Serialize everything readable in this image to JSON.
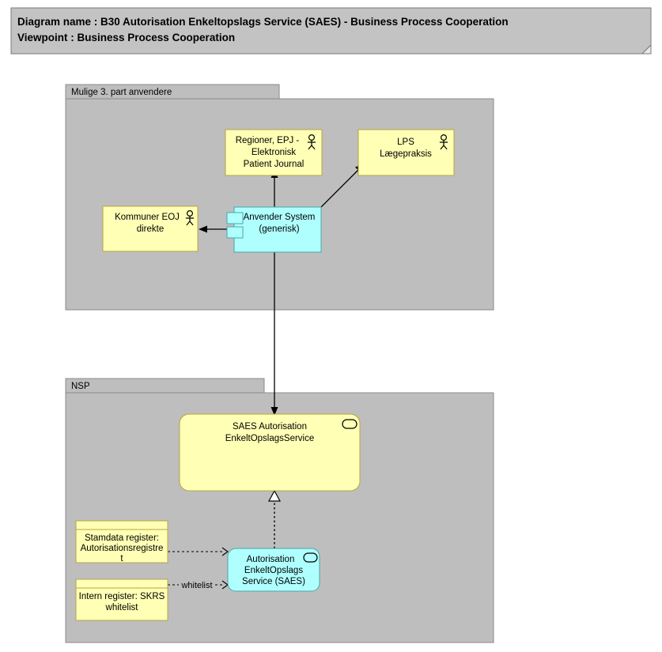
{
  "header": {
    "line1_label": "Diagram name :",
    "line1_value": "B30 Autorisation Enkeltopslags Service (SAES) - Business Process Cooperation",
    "line2_label": "Viewpoint",
    "line2_value": ": Business Process Cooperation",
    "line1_full": "Diagram name : B30 Autorisation Enkeltopslags Service (SAES) - Business Process Cooperation",
    "line2_full": "Viewpoint        : Business Process Cooperation"
  },
  "colors": {
    "group_gray": "#bebebe",
    "title_gray": "#c3c3c3",
    "node_yellow": "#ffffb5",
    "node_cyan": "#b0ffff",
    "yellow_border": "#b5a642",
    "cyan_border": "#4aa6a6",
    "line_black": "#000000",
    "canvas_white": "#ffffff"
  },
  "groups": [
    {
      "id": "group-third-party",
      "label": "Mulige 3. part anvendere"
    },
    {
      "id": "group-nsp",
      "label": "NSP"
    }
  ],
  "nodes": [
    {
      "id": "node-regioner-epj",
      "type": "business-actor",
      "icon": "actor-icon",
      "fill": "yellow",
      "lines": [
        "Regioner, EPJ -",
        "Elektronisk",
        "Patient Journal"
      ]
    },
    {
      "id": "node-lps-laegepraksis",
      "type": "business-actor",
      "icon": "actor-icon",
      "fill": "yellow",
      "lines": [
        "LPS",
        "Lægepraksis"
      ]
    },
    {
      "id": "node-kommuner-eoj",
      "type": "business-actor",
      "icon": "actor-icon",
      "fill": "yellow",
      "lines": [
        "Kommuner EOJ",
        "direkte"
      ]
    },
    {
      "id": "node-anvender-system",
      "type": "application-component",
      "icon": "component-icon",
      "fill": "cyan",
      "lines": [
        "Anvender System",
        "(generisk)"
      ]
    },
    {
      "id": "node-saes-service",
      "type": "application-service",
      "icon": "service-oval-icon",
      "fill": "yellow",
      "lines": [
        "SAES Autorisation",
        "EnkeltOpslagsService"
      ]
    },
    {
      "id": "node-stamdata-register",
      "type": "data-object",
      "icon": "object-header-icon",
      "fill": "yellow",
      "lines": [
        "Stamdata register:",
        "Autorisationsregistre",
        "t"
      ]
    },
    {
      "id": "node-intern-register",
      "type": "data-object",
      "icon": "object-header-icon",
      "fill": "yellow",
      "lines": [
        "Intern register: SKRS",
        "whitelist"
      ]
    },
    {
      "id": "node-autorisation-saes",
      "type": "application-service",
      "icon": "service-oval-icon",
      "fill": "cyan",
      "lines": [
        "Autorisation",
        "EnkeltOpslags",
        "Service (SAES)"
      ]
    }
  ],
  "edges": [
    {
      "id": "edge-anvender-to-regioner",
      "from": "node-anvender-system",
      "to": "node-regioner-epj",
      "style": "solid",
      "arrow": "filled",
      "label": ""
    },
    {
      "id": "edge-anvender-to-lps",
      "from": "node-anvender-system",
      "to": "node-lps-laegepraksis",
      "style": "solid",
      "arrow": "filled",
      "label": ""
    },
    {
      "id": "edge-anvender-to-kommuner",
      "from": "node-anvender-system",
      "to": "node-kommuner-eoj",
      "style": "solid",
      "arrow": "filled",
      "label": ""
    },
    {
      "id": "edge-anvender-to-saes-service",
      "from": "node-anvender-system",
      "to": "node-saes-service",
      "style": "solid",
      "arrow": "filled",
      "label": ""
    },
    {
      "id": "edge-autorisation-realizes-saes",
      "from": "node-autorisation-saes",
      "to": "node-saes-service",
      "style": "dotted",
      "arrow": "hollow-triangle",
      "label": ""
    },
    {
      "id": "edge-stamdata-to-autorisation",
      "from": "node-stamdata-register",
      "to": "node-autorisation-saes",
      "style": "dashed",
      "arrow": "open",
      "label": ""
    },
    {
      "id": "edge-intern-to-autorisation",
      "from": "node-intern-register",
      "to": "node-autorisation-saes",
      "style": "dashed",
      "arrow": "open",
      "label": "whitelist"
    }
  ],
  "edge_labels": {
    "whitelist": "whitelist"
  }
}
